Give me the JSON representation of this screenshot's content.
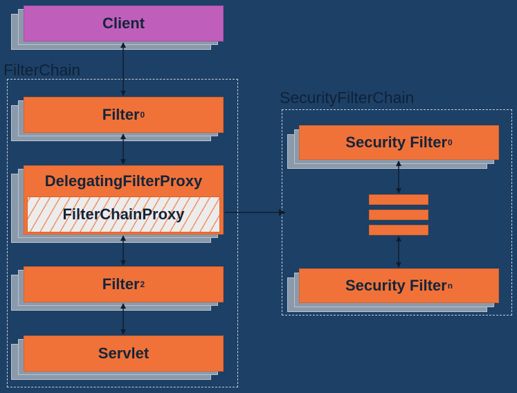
{
  "client": {
    "label": "Client"
  },
  "filter_chain": {
    "label": "FilterChain",
    "filter0": {
      "name": "Filter",
      "sub": "0"
    },
    "delegating_proxy": {
      "label": "DelegatingFilterProxy",
      "inner_label": "FilterChainProxy"
    },
    "filter2": {
      "name": "Filter",
      "sub": "2"
    },
    "servlet": {
      "label": "Servlet"
    }
  },
  "security_filter_chain": {
    "label": "SecurityFilterChain",
    "first": {
      "name": "Security Filter",
      "sub": "0"
    },
    "last": {
      "name": "Security Filter",
      "sub": "n"
    }
  },
  "colors": {
    "background": "#1d4066",
    "filter": "#f07238",
    "client": "#c05fbb",
    "shadow": "#8b9aab"
  }
}
